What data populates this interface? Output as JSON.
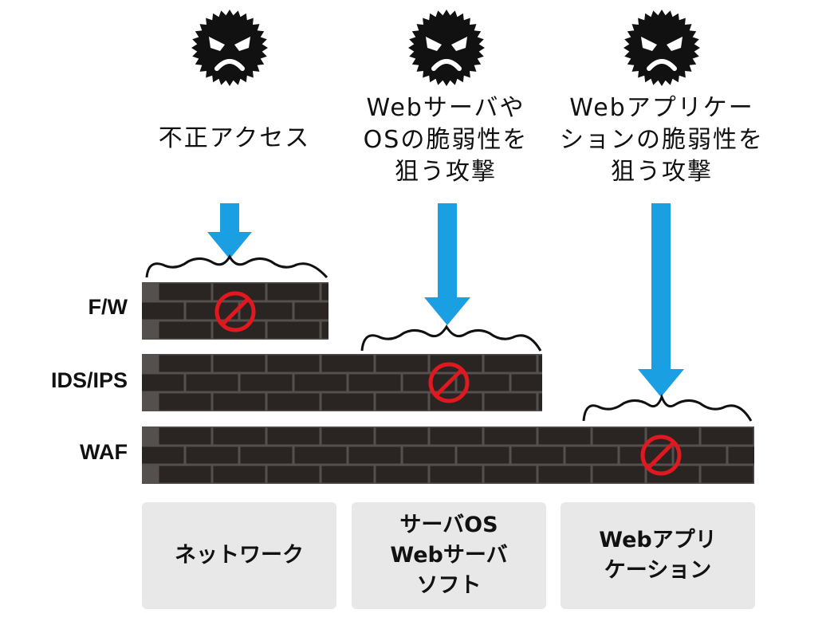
{
  "attacks": [
    {
      "lines": [
        "不正アクセス"
      ]
    },
    {
      "lines": [
        "Webサーバや",
        "OSの脆弱性を",
        "狙う攻撃"
      ]
    },
    {
      "lines": [
        "Webアプリケー",
        "ションの脆弱性を",
        "狙う攻撃"
      ]
    }
  ],
  "layers": [
    "F/W",
    "IDS/IPS",
    "WAF"
  ],
  "targets": [
    {
      "lines": [
        "ネットワーク"
      ]
    },
    {
      "lines": [
        "サーバOS",
        "Webサーバ",
        "ソフト"
      ]
    },
    {
      "lines": [
        "Webアプリ",
        "ケーション"
      ]
    }
  ],
  "colors": {
    "arrow": "#1a9fe3",
    "brick": "#2a2522",
    "mortar": "#54504d",
    "block_sign": "#e0181f",
    "target_bg": "#e8e8e8"
  },
  "icons": [
    "angry-face-icon",
    "arrow-down-icon",
    "no-entry-icon"
  ]
}
